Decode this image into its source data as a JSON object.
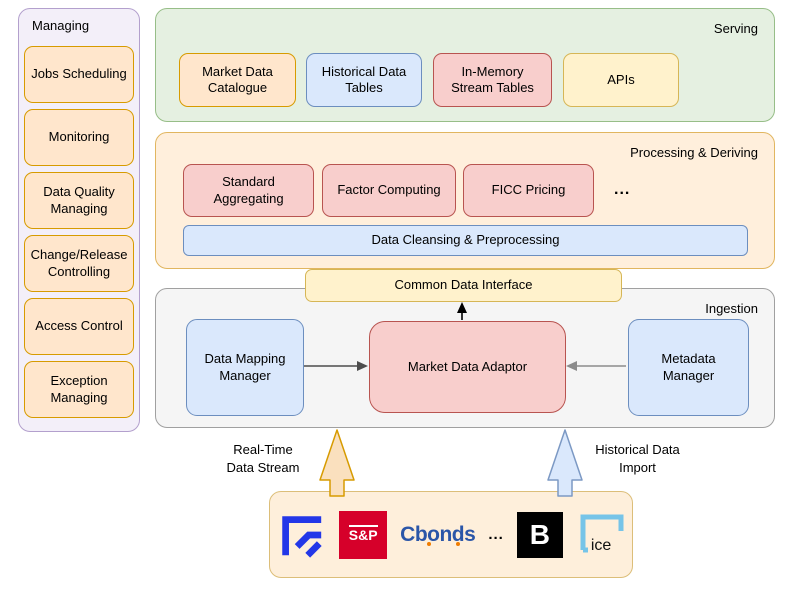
{
  "managing": {
    "title": "Managing",
    "items": [
      "Jobs Scheduling",
      "Monitoring",
      "Data Quality Managing",
      "Change/Release Controlling",
      "Access Control",
      "Exception Managing"
    ]
  },
  "serving": {
    "title": "Serving",
    "items": [
      "Market Data Catalogue",
      "Historical Data Tables",
      "In-Memory Stream Tables",
      "APIs"
    ]
  },
  "processing": {
    "title": "Processing & Deriving",
    "items": [
      "Standard Aggregating",
      "Factor Computing",
      "FICC Pricing"
    ],
    "ellipsis": "...",
    "bar": "Data Cleansing & Preprocessing"
  },
  "interface": {
    "label": "Common Data Interface"
  },
  "ingestion": {
    "title": "Ingestion",
    "left": "Data Mapping Manager",
    "center": "Market Data Adaptor",
    "right": "Metadata Manager"
  },
  "flows": {
    "realtime": "Real-Time Data Stream",
    "historical": "Historical Data Import"
  },
  "sources": {
    "sp": "S&P",
    "cbonds": "Cbonds",
    "ellipsis": "...",
    "bloomberg": "B",
    "ice": "ice"
  },
  "colors": {
    "orange_fill": "#FFE6CC",
    "orange_stroke": "#D79B00",
    "blue_fill": "#DAE8FC",
    "blue_stroke": "#6C8EBF",
    "red_fill": "#F8CECC",
    "red_stroke": "#B85450",
    "yellow_fill": "#FFF2CC",
    "yellow_stroke": "#D6B656",
    "green_panel": "#E5F0E1",
    "purple_panel": "#F3EFF9",
    "processing_panel": "#FFEFDC",
    "ingestion_panel": "#F5F5F5",
    "sp_red": "#D6002A",
    "cbonds_blue": "#2B56A8",
    "ice_blue": "#76C4E8",
    "refinitiv_blue": "#2337E8"
  }
}
